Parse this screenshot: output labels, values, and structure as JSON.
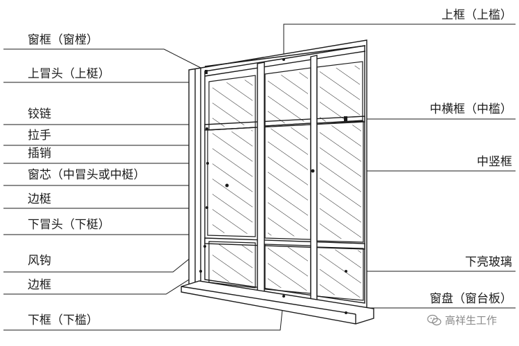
{
  "labels_left": [
    {
      "id": "window-frame-label",
      "text": "窗框（窗樘）"
    },
    {
      "id": "top-rail-label",
      "text": "上冒头（上梃）"
    },
    {
      "id": "hinge-label",
      "text": "铰链"
    },
    {
      "id": "handle-label",
      "text": "拉手"
    },
    {
      "id": "latch-pin-label",
      "text": "插销"
    },
    {
      "id": "sash-core-label",
      "text": "窗芯（中冒头或中梃）"
    },
    {
      "id": "stile-label",
      "text": "边梃"
    },
    {
      "id": "bottom-rail-label",
      "text": "下冒头（下梃）"
    },
    {
      "id": "wind-hook-label",
      "text": "风钩"
    },
    {
      "id": "side-frame-label",
      "text": "边框"
    },
    {
      "id": "sill-frame-label",
      "text": "下框（下槛）"
    }
  ],
  "labels_right": [
    {
      "id": "head-frame-label",
      "text": "上框（上槛）"
    },
    {
      "id": "transom-label",
      "text": "中横框（中槛）"
    },
    {
      "id": "mullion-label",
      "text": "中竖框"
    },
    {
      "id": "lower-glass-label",
      "text": "下亮玻璃"
    },
    {
      "id": "window-sill-label",
      "text": "窗盘（窗台板）"
    }
  ],
  "watermark": {
    "text": "高祥生工作"
  },
  "colors": {
    "line": "#1a1a1a",
    "text": "#1a1a1a",
    "watermark": "#8a8a8a"
  }
}
